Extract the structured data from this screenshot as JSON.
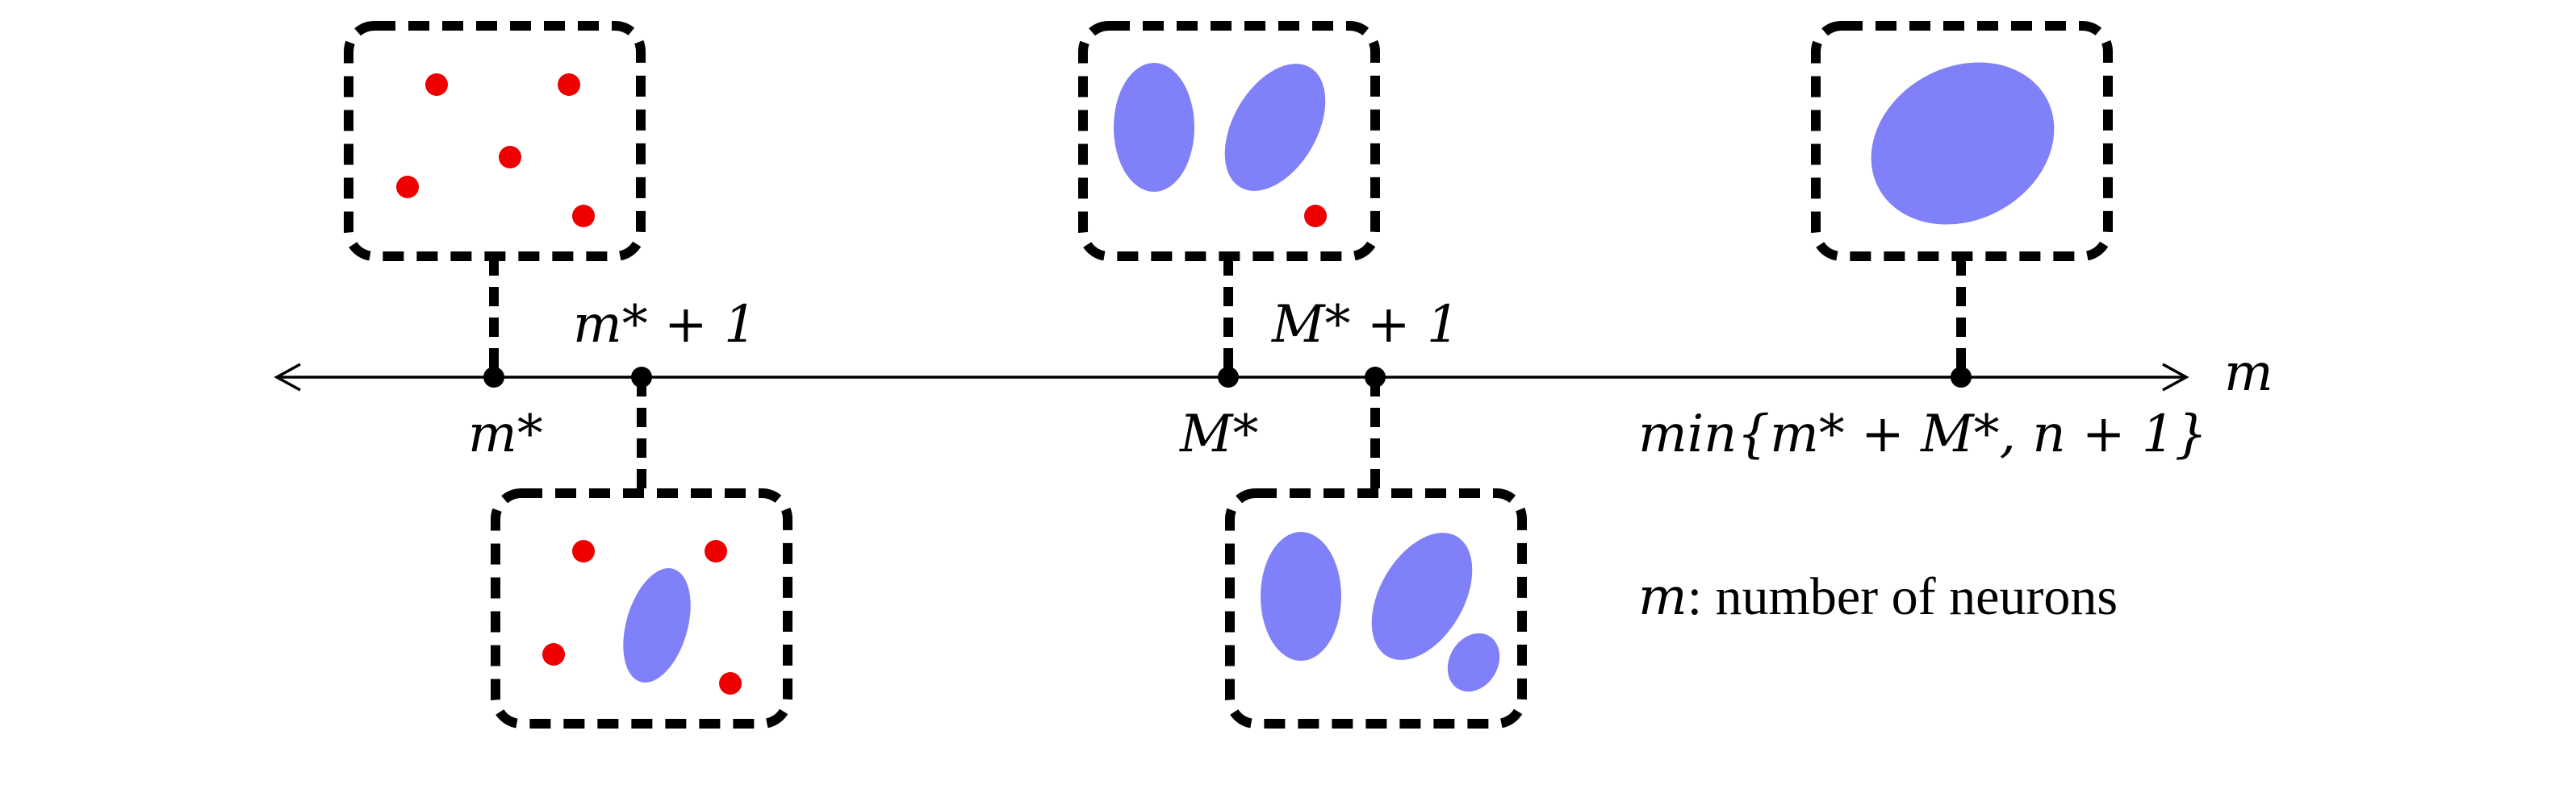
{
  "axis": {
    "variable": "m",
    "points": [
      {
        "label": "m*"
      },
      {
        "label": "m* + 1"
      },
      {
        "label": "M*"
      },
      {
        "label": "M* + 1"
      },
      {
        "label": "min{m* + M*, n + 1}"
      }
    ]
  },
  "legend": {
    "symbol": "m",
    "text": ": number of neurons"
  },
  "colors": {
    "red_dot": "#ee0000",
    "blue_region": "#8080f8",
    "line": "#000000"
  },
  "panels": [
    {
      "point": "m*",
      "red_dots": 5,
      "blue_regions": 0
    },
    {
      "point": "m* + 1",
      "red_dots": 4,
      "blue_regions": 1
    },
    {
      "point": "M*",
      "red_dots": 1,
      "blue_regions": 2
    },
    {
      "point": "M* + 1",
      "red_dots": 0,
      "blue_regions": 3
    },
    {
      "point": "min{m* + M*, n + 1}",
      "red_dots": 0,
      "blue_regions": 1
    }
  ]
}
